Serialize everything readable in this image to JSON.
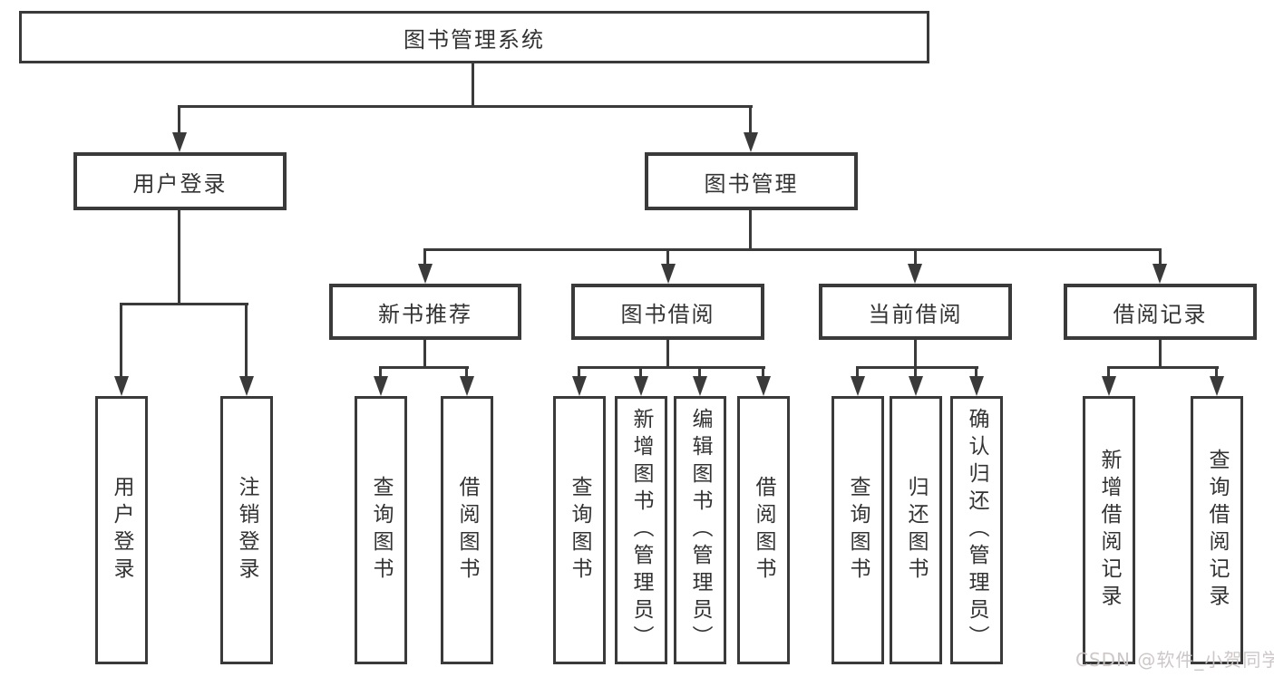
{
  "nodes": {
    "root": "图书管理系统",
    "level2": [
      "用户登录",
      "图书管理"
    ],
    "level3": [
      "新书推荐",
      "图书借阅",
      "当前借阅",
      "借阅记录"
    ],
    "leaves": [
      "用户登录",
      "注销登录",
      "查询图书",
      "借阅图书",
      "查询图书",
      "新增图书（管理员）",
      "编辑图书（管理员）",
      "借阅图书",
      "查询图书",
      "归还图书",
      "确认归还（管理员）",
      "新增借阅记录",
      "查询借阅记录"
    ]
  },
  "watermark": "CSDN @软件_小贺同学",
  "colors": {
    "line": "#3a3a3a",
    "text": "#333333",
    "background": "#ffffff",
    "watermark": "#cbc4c4"
  }
}
